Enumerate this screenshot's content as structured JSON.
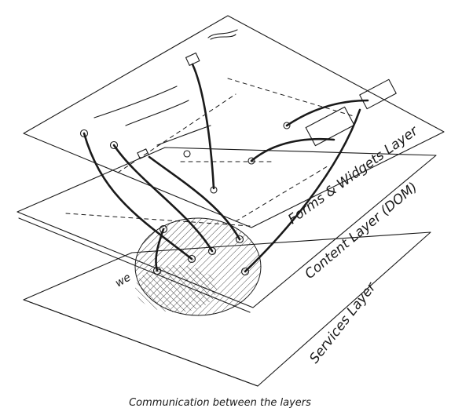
{
  "layers": {
    "forms_widgets": "Forms & Widgets Layer",
    "content": "Content Layer (DOM)",
    "services": "Services Layer",
    "web_fragment": "we"
  },
  "caption": "Communication between the layers"
}
